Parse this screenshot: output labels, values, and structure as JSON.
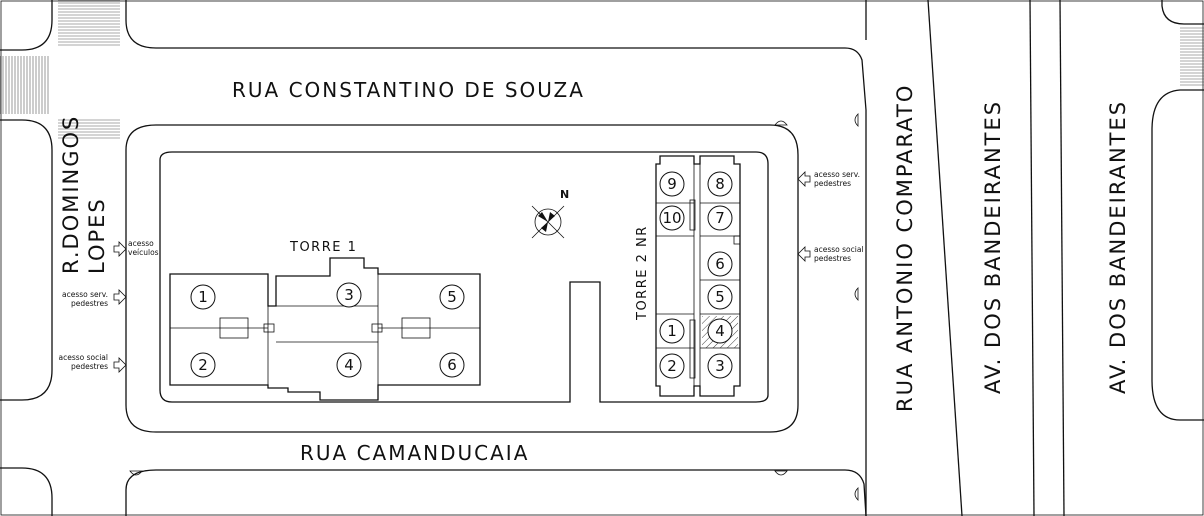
{
  "streets": {
    "constantino": "RUA CONSTANTINO DE SOUZA",
    "camanducaia": "RUA CAMANDUCAIA",
    "comparato": "RUA ANTONIO COMPARATO",
    "bandeirantes_1": "AV. DOS BANDEIRANTES",
    "bandeirantes_2": "AV. DOS BANDEIRANTES",
    "domingos_line1": "R.DOMINGOS",
    "domingos_line2": "LOPES"
  },
  "towers": {
    "torre1": {
      "label": "TORRE 1",
      "units": [
        "1",
        "2",
        "3",
        "4",
        "5",
        "6"
      ]
    },
    "torre2": {
      "label": "TORRE 2 NR",
      "units": [
        "1",
        "2",
        "3",
        "4",
        "5",
        "6",
        "7",
        "8",
        "9",
        "10"
      ]
    }
  },
  "accesses": {
    "left": {
      "veiculos": [
        "acesso",
        "veículos"
      ],
      "serv_pedestres": [
        "acesso serv.",
        "pedestres"
      ],
      "social_pedestres": [
        "acesso social",
        "pedestres"
      ]
    },
    "right": {
      "serv_pedestres": [
        "acesso serv.",
        "pedestres"
      ],
      "social_pedestres": [
        "acesso social",
        "pedestres"
      ]
    }
  },
  "north_label": "N"
}
